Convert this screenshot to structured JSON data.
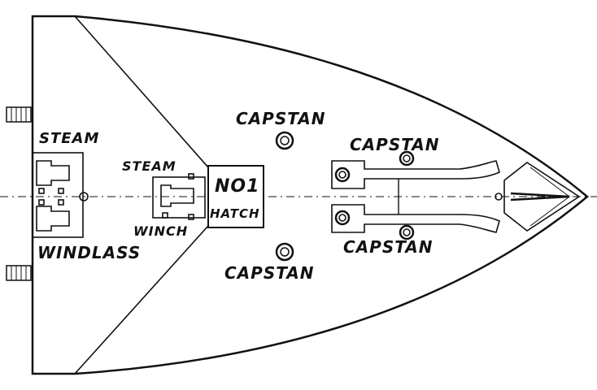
{
  "labels": {
    "steam_windlass_top": "STEAM",
    "windlass": "WINDLASS",
    "steam_winch_top": "STEAM",
    "winch": "WINCH",
    "hatch_number": "NO1",
    "hatch": "HATCH",
    "capstan_top_left": "CAPSTAN",
    "capstan_top_right": "CAPSTAN",
    "capstan_bottom_left": "CAPSTAN",
    "capstan_bottom_right": "CAPSTAN"
  },
  "colors": {
    "ink": "#111111",
    "paper": "#ffffff"
  }
}
